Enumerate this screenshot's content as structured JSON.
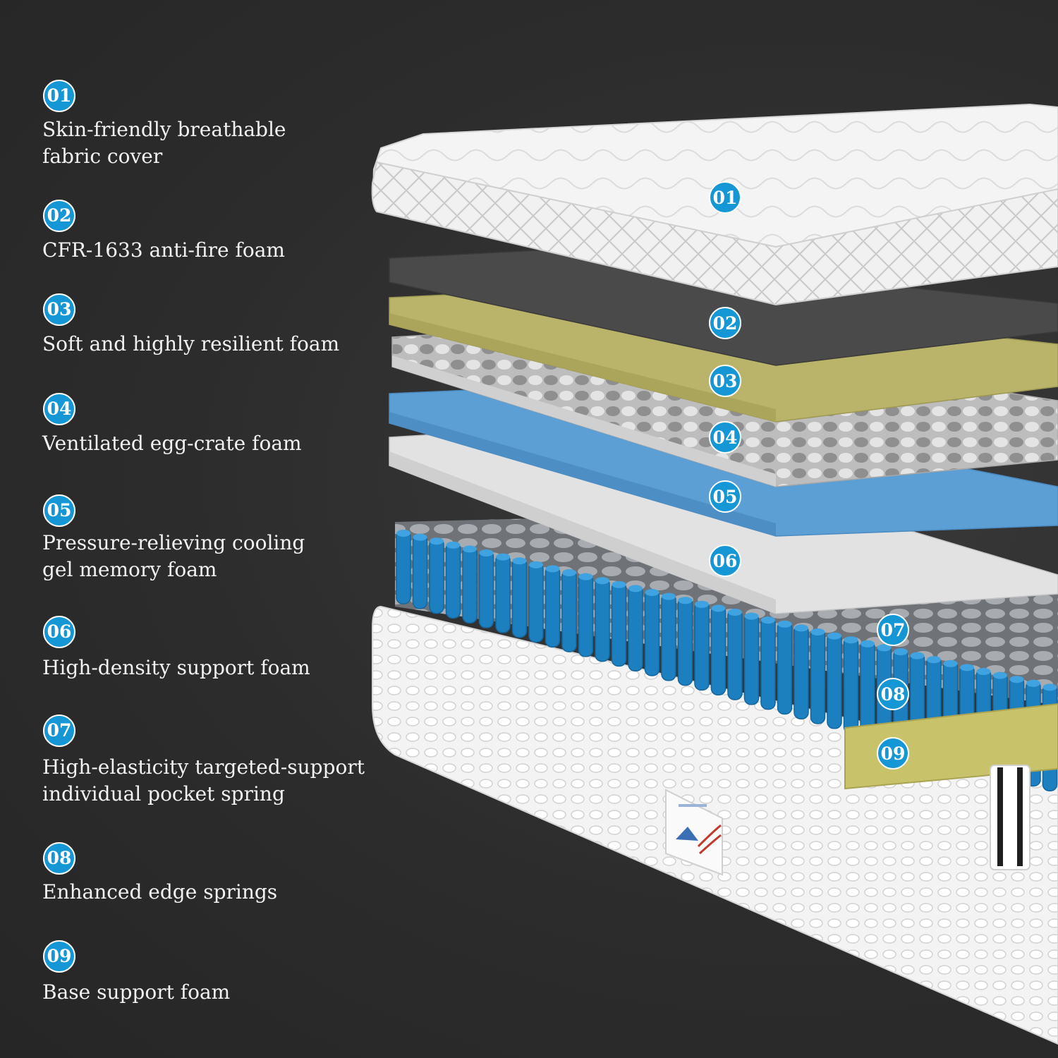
{
  "layers": [
    {
      "number": "01",
      "lines": [
        "Skin-friendly breathable",
        "fabric cover"
      ]
    },
    {
      "number": "02",
      "lines": [
        "CFR-1633 anti-fire foam"
      ]
    },
    {
      "number": "03",
      "lines": [
        "Soft and highly resilient foam"
      ]
    },
    {
      "number": "04",
      "lines": [
        "Ventilated egg-crate foam"
      ]
    },
    {
      "number": "05",
      "lines": [
        "Pressure-relieving cooling",
        "gel memory foam"
      ]
    },
    {
      "number": "06",
      "lines": [
        "High-density support foam"
      ]
    },
    {
      "number": "07",
      "lines": [
        "High-elasticity targeted-support",
        "individual pocket spring"
      ]
    },
    {
      "number": "08",
      "lines": [
        "Enhanced edge springs"
      ]
    },
    {
      "number": "09",
      "lines": [
        "Base support foam"
      ]
    }
  ],
  "colors": {
    "background": "#2e2e2e",
    "badge": "#1597d6",
    "cover": "#f2f2f2",
    "anti_fire_foam": "#4a4a4a",
    "resilient_foam": "#b9b46a",
    "egg_crate_foam": "#cfcfcf",
    "gel_memory_foam": "#5b9fd4",
    "support_foam": "#e2e2e2",
    "pocket_spring": "#1c7fc0",
    "base_foam": "#c8c26a"
  }
}
